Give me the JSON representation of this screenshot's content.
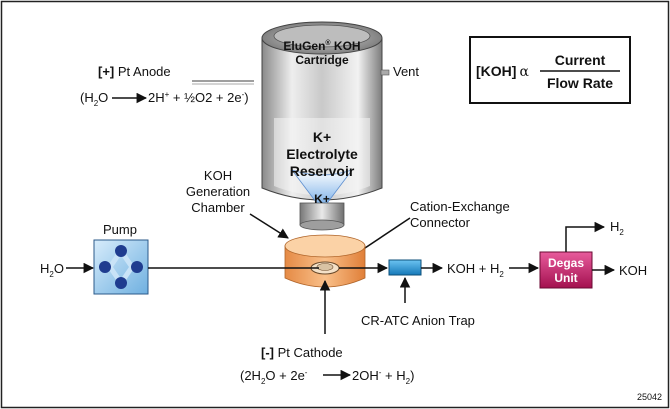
{
  "cartridge": {
    "title_line1": "EluGen",
    "title_reg": "®",
    "title_koh": " KOH",
    "title_line2": "Cartridge",
    "reservoir_k": "K+",
    "reservoir_line1": "Electrolyte",
    "reservoir_line2": "Reservoir",
    "cone_label": "K+",
    "vent": "Vent"
  },
  "equation_box": {
    "lhs": "[KOH]",
    "alpha": "α",
    "numerator": "Current",
    "denominator": "Flow Rate"
  },
  "anode": {
    "bracket": "[+]",
    "label": " Pt Anode",
    "eq_open": "(H",
    "eq_sub2": "2",
    "eq_o": "O",
    "eq_rhs1": "2H",
    "eq_sup_plus": "+",
    "eq_rhs2": " + ½O2 + 2e",
    "eq_sup_minus": "-",
    "eq_close": ")"
  },
  "generation_chamber": {
    "line1": "KOH",
    "line2": "Generation",
    "line3": "Chamber"
  },
  "connector": {
    "line1": "Cation-Exchange",
    "line2": "Connector"
  },
  "pump": {
    "label": "Pump"
  },
  "flow": {
    "water_h": "H",
    "water_sub": "2",
    "water_o": "O",
    "product_koh": "KOH + H",
    "product_sub": "2",
    "out_h": "H",
    "out_sub": "2",
    "out_koh": "KOH"
  },
  "degas": {
    "line1": "Degas",
    "line2": "Unit"
  },
  "anion_trap": {
    "label": "CR-ATC Anion Trap"
  },
  "cathode": {
    "bracket": "[-]",
    "label": " Pt Cathode",
    "eq_open": "(2H",
    "eq_sub2a": "2",
    "eq_o": "O + 2e",
    "eq_sup_minus": "-",
    "eq_rhs1": "2OH",
    "eq_sup_minus2": "-",
    "eq_rhs2": " + H",
    "eq_sub2b": "2",
    "eq_close": ")"
  },
  "figure_id": "25042",
  "colors": {
    "frame": "#222222",
    "degas_fill": "#c2185b",
    "trap_fill": "#1f9ad6",
    "chamber_fill": "#f4a868",
    "pump_fill": "#8fc3ea",
    "pump_balls": "#1f3c8f"
  }
}
